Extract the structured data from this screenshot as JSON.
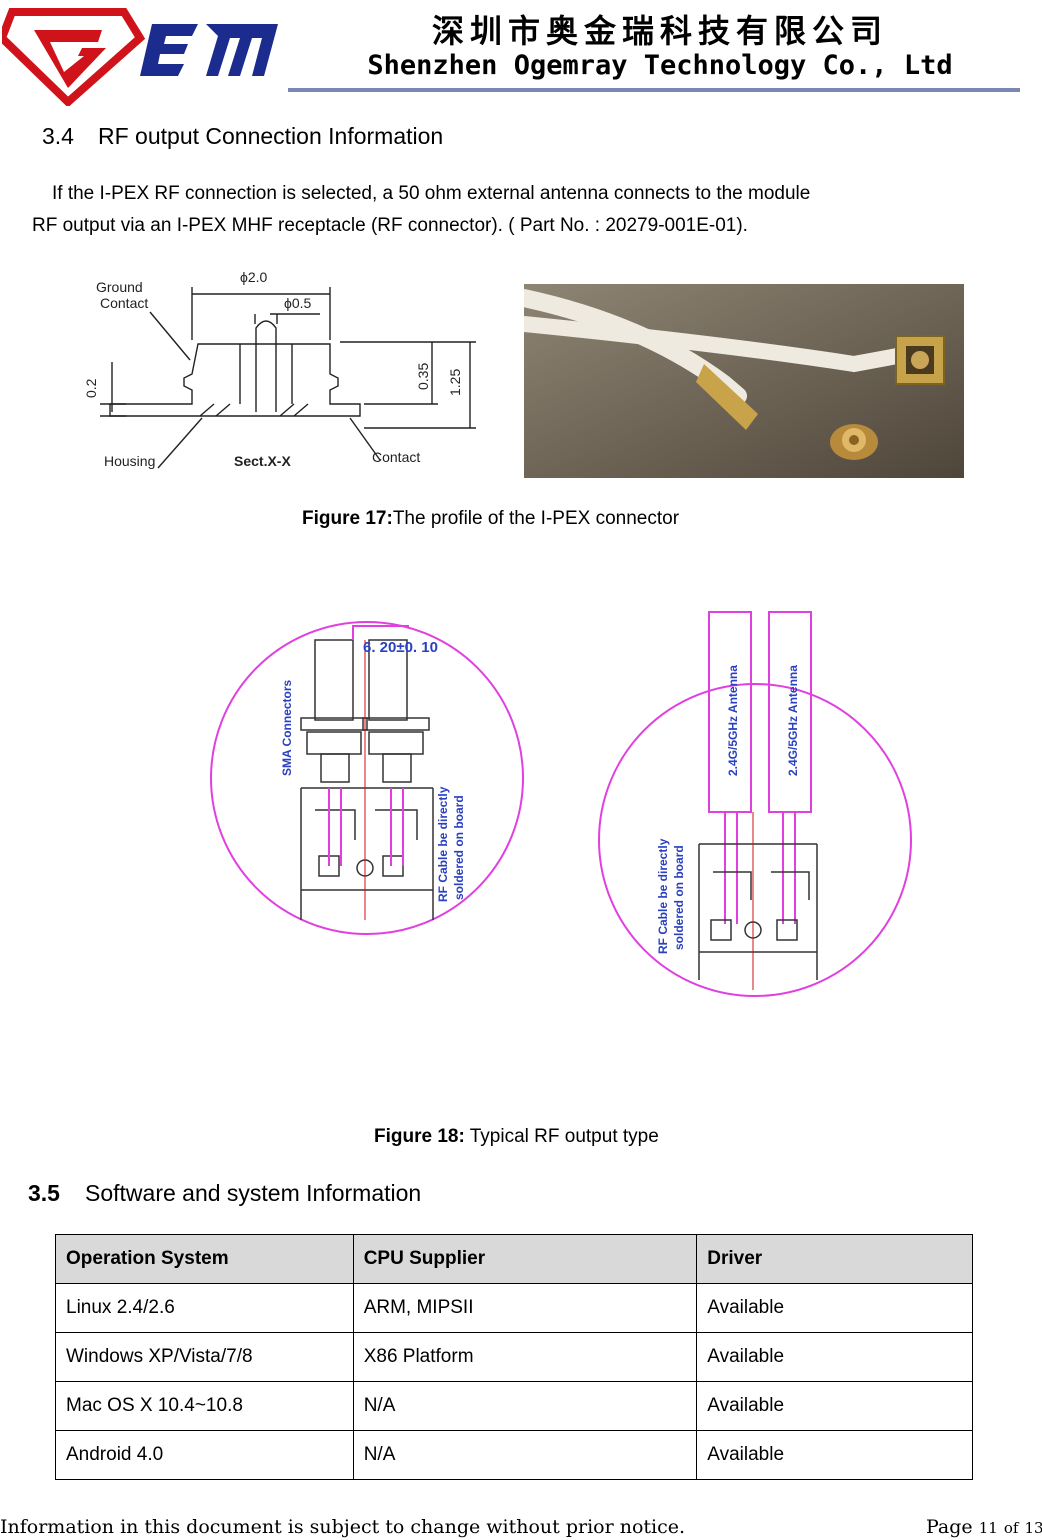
{
  "header": {
    "company_cn": "深圳市奥金瑞科技有限公司",
    "company_en": "Shenzhen Ogemray Technology Co., Ltd",
    "logo_color": "#d0121b",
    "logo_text_color": "#1c2b8e"
  },
  "section_34": {
    "number": "3.4",
    "title": "RF output Connection Information",
    "para_line1": "If the I-PEX RF connection is selected, a 50 ohm external antenna connects to the module",
    "para_line2": "RF output via an I-PEX MHF receptacle (RF connector). ( Part No. : 20279-001E-01)."
  },
  "figure17": {
    "label": "Figure 17:",
    "caption": "The profile of the I-PEX connector",
    "drawing_labels": {
      "ground_contact_1": "Ground",
      "ground_contact_2": "Contact",
      "dia_outer": "ϕ2.0",
      "dia_inner": "ϕ0.5",
      "dim_02": "0.2",
      "dim_035": "0.35",
      "dim_125": "1.25",
      "housing": "Housing",
      "section": "Sect.X-X",
      "contact": "Contact"
    }
  },
  "figure18": {
    "label": "Figure 18:",
    "caption": "Typical RF output type",
    "left": {
      "dimension": "6. 20±0. 10",
      "sma": "SMA Connectors",
      "rf_line1": "RF Cable be directly",
      "rf_line2": "soldered on board"
    },
    "right": {
      "antenna": "2.4G/5GHz Antenna",
      "rf_line1": "RF Cable be directly",
      "rf_line2": "soldered on board"
    }
  },
  "section_35": {
    "number": "3.5",
    "title": "Software and system Information"
  },
  "table": {
    "headers": [
      "Operation System",
      "CPU Supplier",
      "Driver"
    ],
    "rows": [
      [
        "Linux 2.4/2.6",
        "ARM, MIPSII",
        "Available"
      ],
      [
        "Windows XP/Vista/7/8",
        "X86 Platform",
        "Available"
      ],
      [
        "Mac OS X 10.4~10.8",
        "N/A",
        "Available"
      ],
      [
        "Android 4.0",
        "N/A",
        "Available"
      ]
    ]
  },
  "footer": {
    "note": "Information in this document is subject to change without prior notice.",
    "page_label": "Page",
    "page_current": "11",
    "page_of": "of",
    "page_total": "13"
  }
}
